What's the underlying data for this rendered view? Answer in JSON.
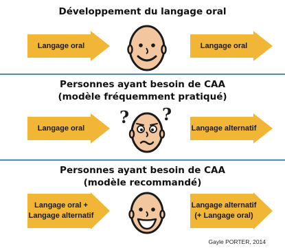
{
  "colors": {
    "arrow": "#f2b636",
    "divider": "#4b90a6",
    "skin": "#f2c7a0",
    "line": "#1a1a1a"
  },
  "sections": [
    {
      "title": "Développement du langage oral",
      "left_arrow": "Langage oral",
      "right_arrow": "Langage oral",
      "face": "happy-face-icon"
    },
    {
      "title_line1": "Personnes ayant besoin de CAA",
      "title_line2": "(modèle fréquemment pratiqué)",
      "left_arrow": "Langage oral",
      "right_arrow": "Langage alternatif",
      "face": "confused-face-icon"
    },
    {
      "title_line1": "Personnes ayant besoin de CAA",
      "title_line2": "(modèle recommandé)",
      "left_arrow_line1": "Langage oral +",
      "left_arrow_line2": "Langage alternatif",
      "right_arrow_line1": "Langage alternatif",
      "right_arrow_line2": "(+ Langage oral)",
      "face": "laughing-face-icon"
    }
  ],
  "credit": "Gayle PORTER, 2014"
}
